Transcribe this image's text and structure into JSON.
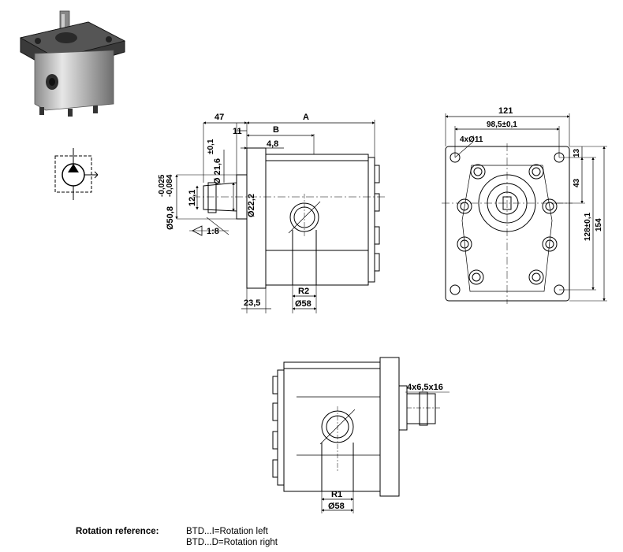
{
  "side_view": {
    "dims": {
      "d47": "47",
      "d11": "11",
      "b": "B",
      "a": "A",
      "d4_8": "4,8",
      "d21_6": "Ø 21,6",
      "d21_6_tol": "±0,1",
      "d12_1": "12,1",
      "d50_8": "Ø50,8",
      "d50_8_tol_upper": "-0,025",
      "d50_8_tol_lower": "-0,084",
      "d22_2": "Ø22,2",
      "taper": "1:8",
      "d23_5": "23,5",
      "r2": "R2",
      "d58": "Ø58"
    }
  },
  "front_view": {
    "dims": {
      "d121": "121",
      "d98_5": "98,5±0,1",
      "holes": "4xØ11",
      "d13": "13",
      "d43": "43",
      "d128": "128±0,1",
      "d154": "154"
    }
  },
  "bottom_view": {
    "dims": {
      "thread": "4x6,5x16",
      "r1": "R1",
      "d58": "Ø58"
    }
  },
  "rotation": {
    "label": "Rotation reference:",
    "left": "BTD...I=Rotation left",
    "right": "BTD...D=Rotation right"
  }
}
